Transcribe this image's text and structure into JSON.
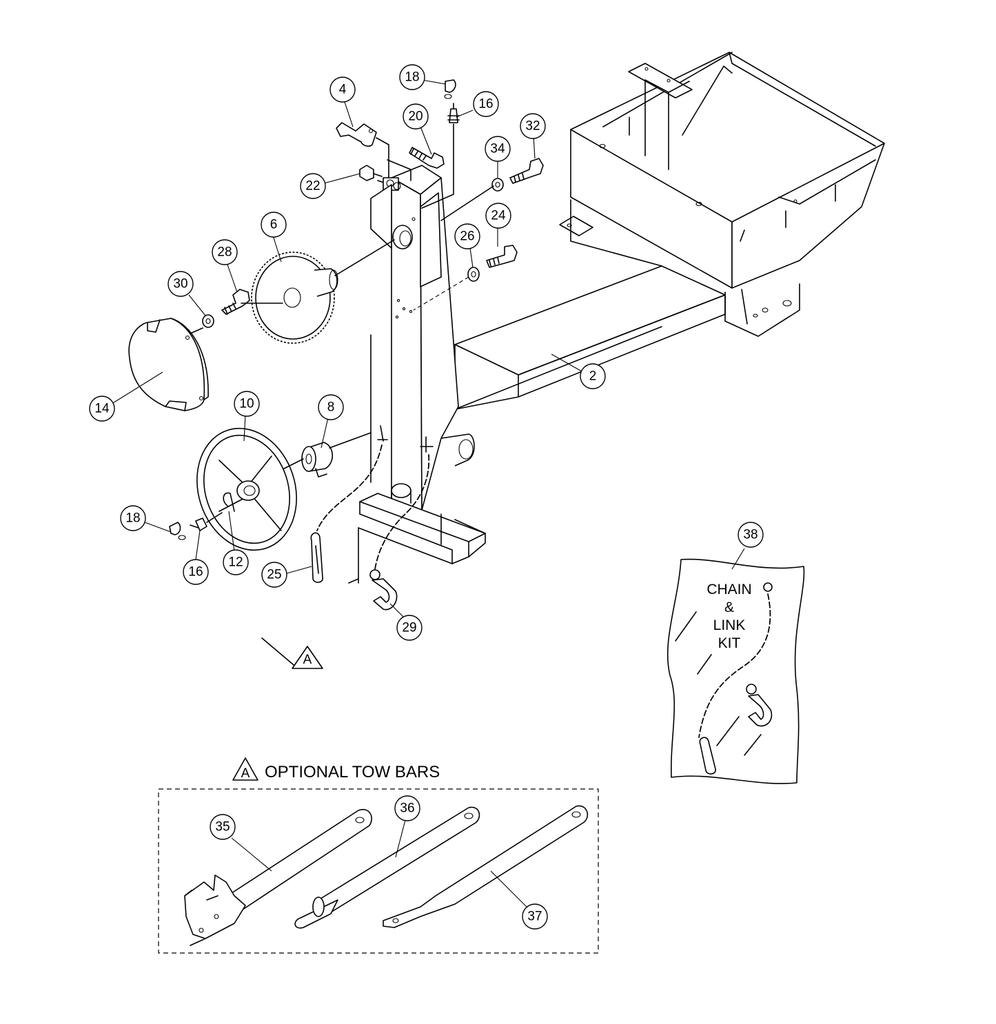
{
  "callouts": [
    {
      "id": "c18a",
      "label": "18"
    },
    {
      "id": "c4",
      "label": "4"
    },
    {
      "id": "c20",
      "label": "20"
    },
    {
      "id": "c16a",
      "label": "16"
    },
    {
      "id": "c32",
      "label": "32"
    },
    {
      "id": "c34",
      "label": "34"
    },
    {
      "id": "c22",
      "label": "22"
    },
    {
      "id": "c6",
      "label": "6"
    },
    {
      "id": "c24",
      "label": "24"
    },
    {
      "id": "c26",
      "label": "26"
    },
    {
      "id": "c28",
      "label": "28"
    },
    {
      "id": "c30",
      "label": "30"
    },
    {
      "id": "c2",
      "label": "2"
    },
    {
      "id": "c14",
      "label": "14"
    },
    {
      "id": "c10",
      "label": "10"
    },
    {
      "id": "c8",
      "label": "8"
    },
    {
      "id": "c18b",
      "label": "18"
    },
    {
      "id": "c16b",
      "label": "16"
    },
    {
      "id": "c12",
      "label": "12"
    },
    {
      "id": "c25",
      "label": "25"
    },
    {
      "id": "c29",
      "label": "29"
    },
    {
      "id": "c38",
      "label": "38"
    },
    {
      "id": "c35",
      "label": "35"
    },
    {
      "id": "c36",
      "label": "36"
    },
    {
      "id": "c37",
      "label": "37"
    }
  ],
  "section_marker": {
    "letter": "A"
  },
  "optional_tow_bars": {
    "marker": "A",
    "title": "OPTIONAL TOW BARS"
  },
  "kit_bag": {
    "line1": "CHAIN",
    "line2": "&",
    "line3": "LINK",
    "line4": "KIT"
  }
}
